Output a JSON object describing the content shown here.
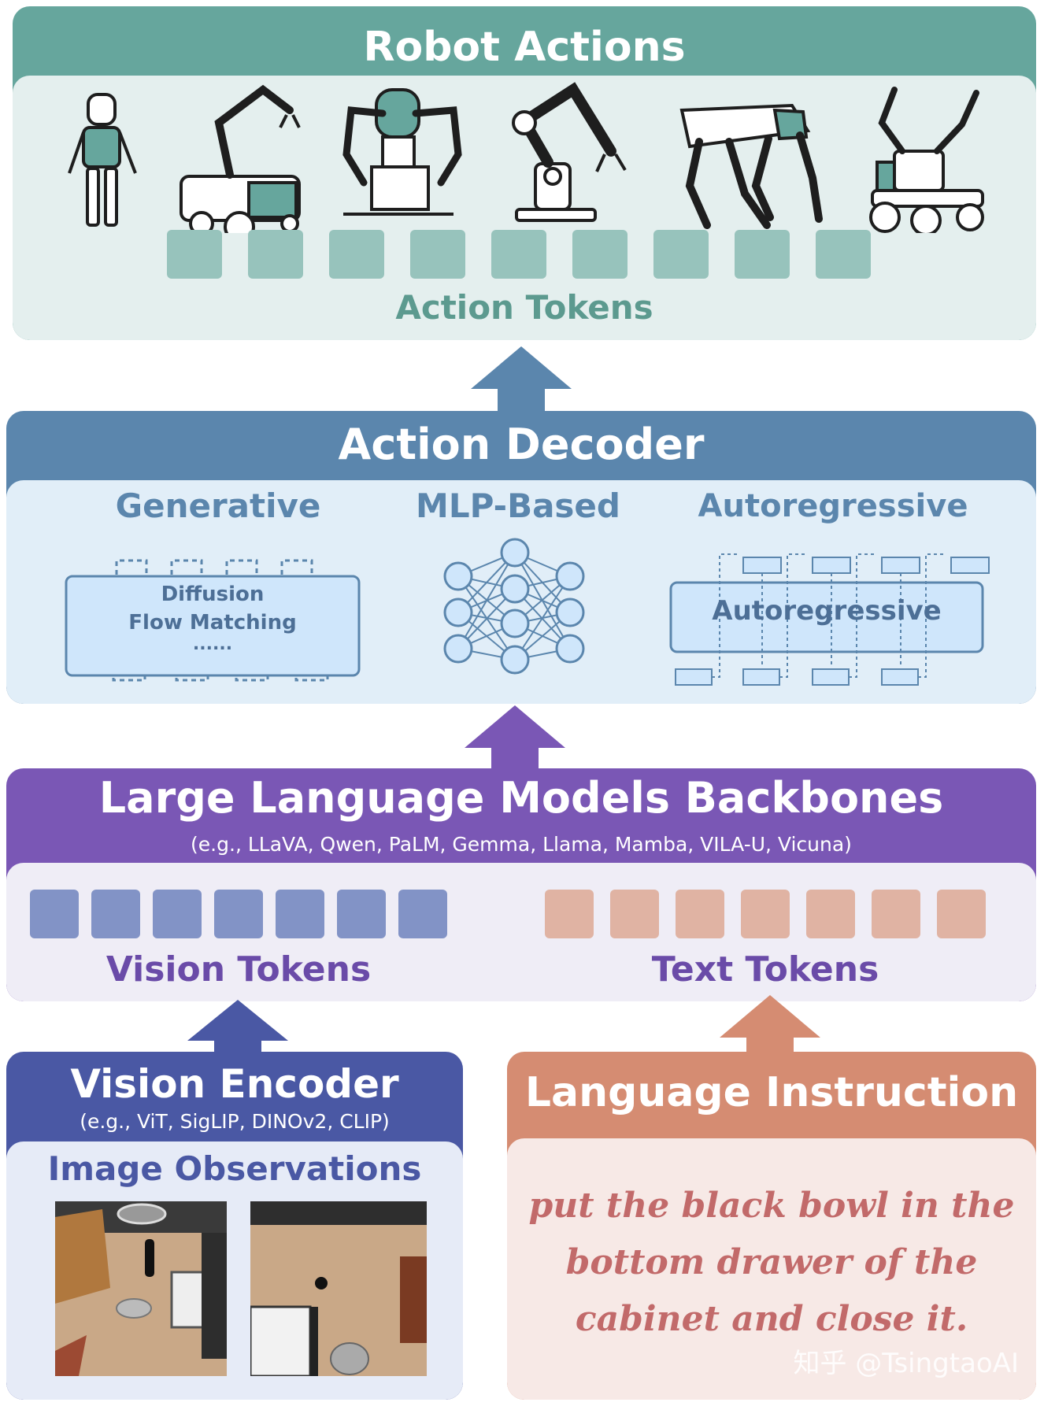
{
  "colors": {
    "robot_header": "#66a69d",
    "robot_body": "#e4efee",
    "action_token": "#97c3bc",
    "decoder_header": "#5b86ad",
    "decoder_body": "#e1eef8",
    "llm_header": "#7a57b5",
    "llm_body": "#efedf6",
    "vision_token": "#8293c6",
    "text_token": "#e0b3a3",
    "vision_encoder_header": "#4a58a4",
    "vision_encoder_body": "#e6ebf7",
    "language_header": "#d58c72",
    "language_body": "#f7e9e6",
    "instruction_text": "#c26a6a"
  },
  "robot_actions": {
    "title": "Robot Actions",
    "robots": [
      "humanoid-robot-icon",
      "mobile-manipulator-icon",
      "dual-arm-robot-icon",
      "robot-arm-icon",
      "quadruped-robot-icon",
      "dual-arm-mobile-robot-icon"
    ],
    "token_count": 9,
    "tokens_label": "Action Tokens"
  },
  "action_decoder": {
    "title": "Action Decoder",
    "generative": {
      "title": "Generative",
      "line1": "Diffusion",
      "line2": "Flow Matching",
      "line3": "......"
    },
    "mlp": {
      "title": "MLP-Based"
    },
    "autoregressive": {
      "title": "Autoregressive",
      "box_label": "Autoregressive"
    }
  },
  "llm": {
    "title": "Large Language Models Backbones",
    "subtitle": "(e.g., LLaVA, Qwen, PaLM, Gemma, Llama, Mamba, VILA-U, Vicuna)",
    "vision_tokens_label": "Vision Tokens",
    "text_tokens_label": "Text Tokens",
    "vision_token_count": 7,
    "text_token_count": 7
  },
  "vision_encoder": {
    "title": "Vision Encoder",
    "subtitle": "(e.g., ViT, SigLIP, DINOv2, CLIP)",
    "observations_label": "Image Observations"
  },
  "language_instruction": {
    "title": "Language Instruction",
    "line1": "put the black bowl in the",
    "line2": "bottom drawer of the",
    "line3": "cabinet and close it."
  },
  "watermark": "知乎 @TsingtaoAI"
}
